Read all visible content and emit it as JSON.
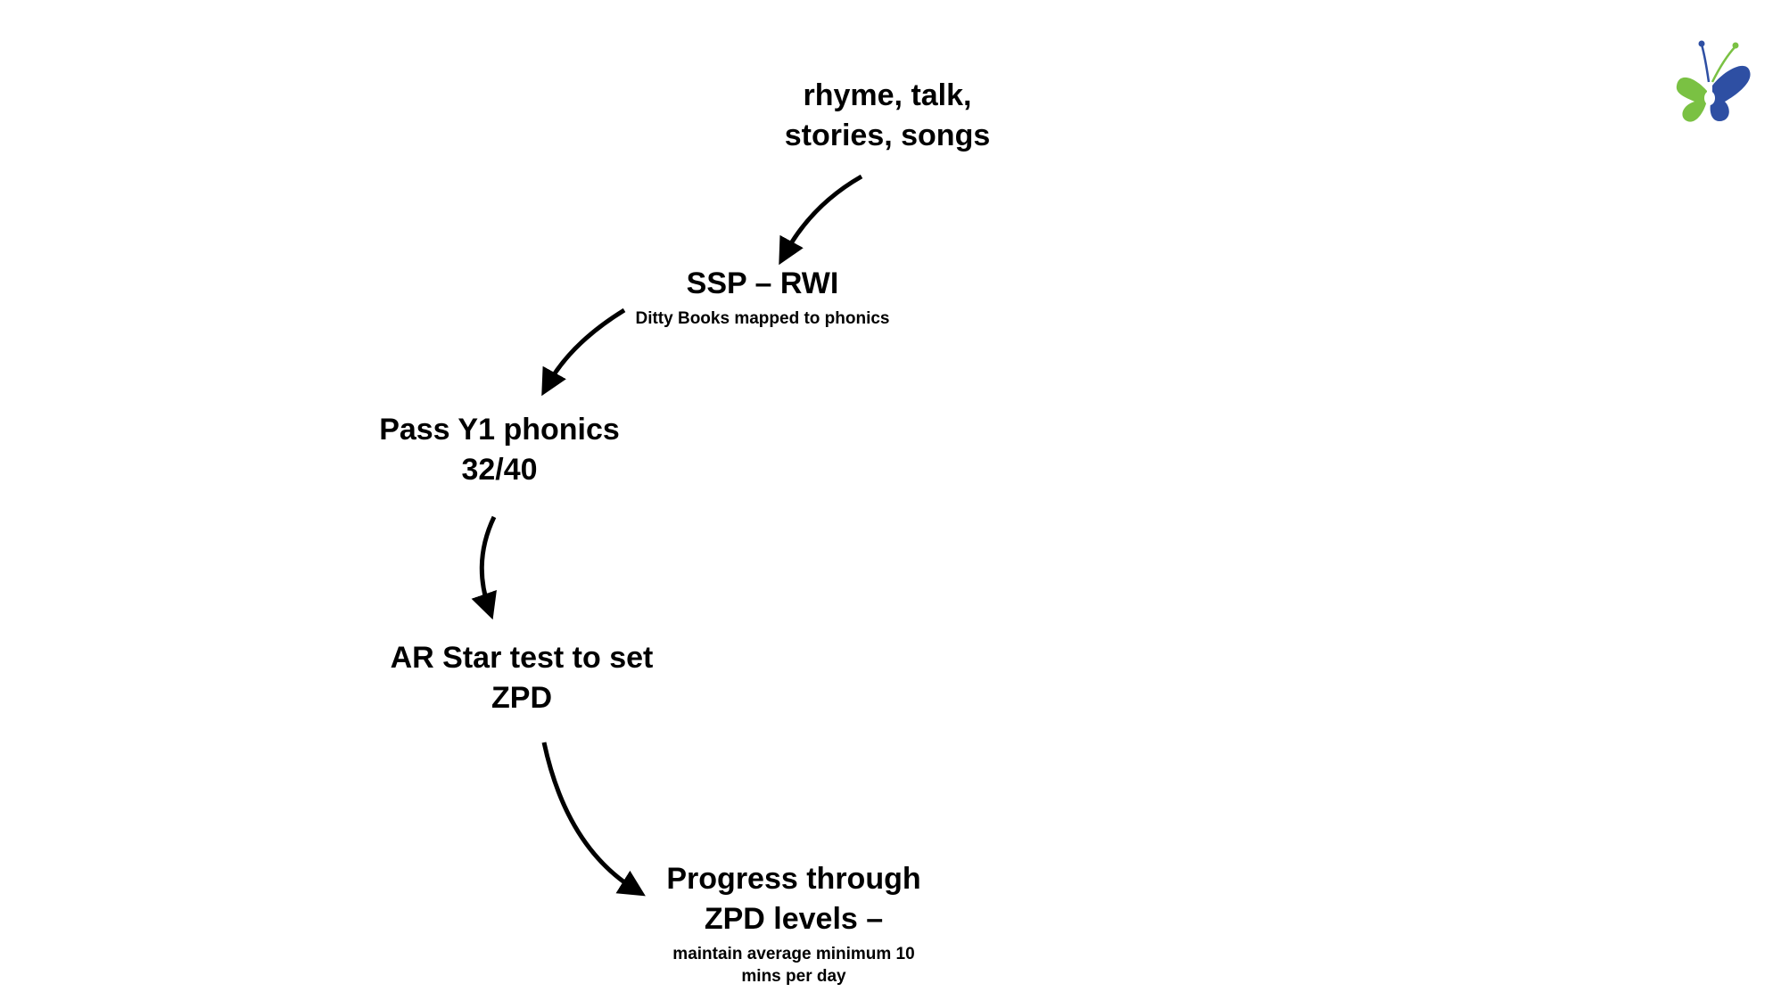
{
  "colors": {
    "text": "#000000",
    "arrow": "#000000",
    "logo_green": "#7ac143",
    "logo_blue": "#2e4fa3"
  },
  "logo": {
    "icon": "butterfly-logo"
  },
  "nodes": [
    {
      "main": "rhyme, talk,\nstories, songs",
      "sub": ""
    },
    {
      "main": "SSP – RWI",
      "sub": "Ditty Books mapped to phonics"
    },
    {
      "main": "Pass Y1 phonics\n32/40",
      "sub": ""
    },
    {
      "main": "AR Star test to set\nZPD",
      "sub": ""
    },
    {
      "main": "Progress through\nZPD levels –",
      "sub": "maintain average minimum 10\nmins per day"
    }
  ],
  "edges": [
    {
      "from": 0,
      "to": 1
    },
    {
      "from": 1,
      "to": 2
    },
    {
      "from": 2,
      "to": 3
    },
    {
      "from": 3,
      "to": 4
    }
  ]
}
